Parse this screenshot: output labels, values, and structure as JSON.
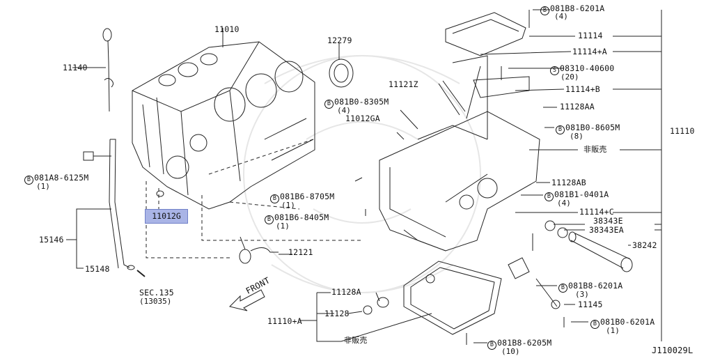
{
  "diagram_id": "J110029L",
  "highlighted_part": "11012G",
  "parts": {
    "p11010": "11010",
    "p12279": "12279",
    "p11140": "11140",
    "p081A8": "081A8-6125M",
    "p081A8_qty": "(1)",
    "p15146": "15146",
    "p15148": "15148",
    "sec": "SEC.135",
    "sec_sub": "(13035)",
    "front": "FRONT",
    "p12121": "12121",
    "p081B6_8705": "081B6-8705M",
    "p081B6_8705_qty": "(1)",
    "p081B6_8405": "081B6-8405M",
    "p081B6_8405_qty": "(1)",
    "p11121Z": "11121Z",
    "p081B0_8305": "081B0-8305M",
    "p081B0_8305_qty": "(4)",
    "p11012GA": "11012GA",
    "p081B8_6201A_top": "081B8-6201A",
    "p081B8_6201A_top_qty": "(4)",
    "p11114": "11114",
    "p11114A": "11114+A",
    "p08310": "08310-40600",
    "p08310_qty": "(20)",
    "p11114B": "11114+B",
    "p11128AA": "11128AA",
    "p081B0_8605": "081B0-8605M",
    "p081B0_8605_qty": "(8)",
    "hanbai1": "非販売",
    "p11110": "11110",
    "p11128AB": "11128AB",
    "p081B1": "081B1-0401A",
    "p081B1_qty": "(4)",
    "p11114C": "11114+C",
    "p38343E": "38343E",
    "p38343EA": "38343EA",
    "p38242": "38242",
    "p081B8_6201A_mid": "081B8-6201A",
    "p081B8_6201A_mid_qty": "(3)",
    "p11145": "11145",
    "p081B0_6201A": "081B0-6201A",
    "p081B0_6201A_qty": "(1)",
    "p11128A": "11128A",
    "p11128": "11128",
    "p11110A": "11110+A",
    "hanbai2": "非販売",
    "p081B8_6205": "081B8-6205M",
    "p081B8_6205_qty": "(10)"
  },
  "symbols": {
    "bolt": "B",
    "screw": "S"
  }
}
